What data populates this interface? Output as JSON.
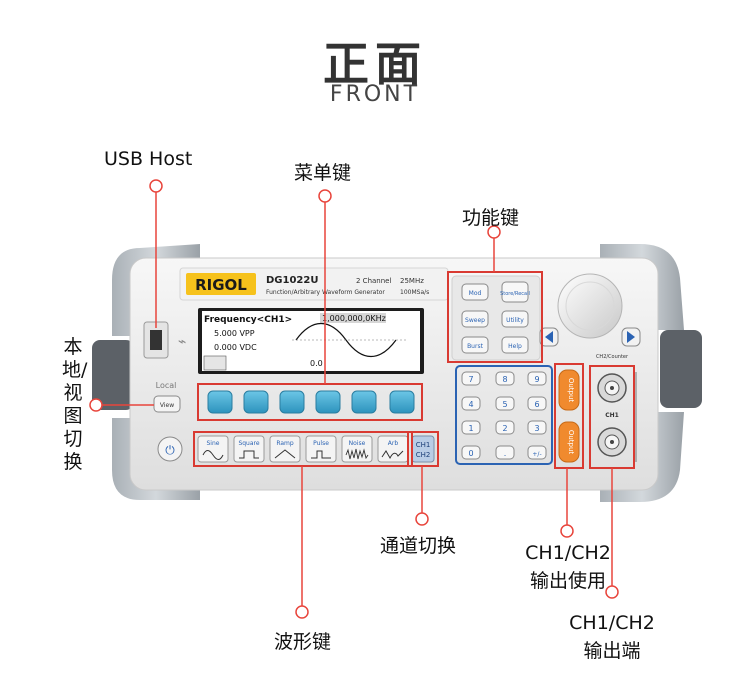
{
  "title": {
    "chinese": "正面",
    "english": "FRONT"
  },
  "callouts": {
    "usb_host": "USB Host",
    "menu_keys": "菜单键",
    "function_keys": "功能键",
    "local_view_switch": "本地/视图切换",
    "channel_switch": "通道切换",
    "output_use": [
      "CH1/CH2",
      "输出使用"
    ],
    "waveform_keys": "波形键",
    "output_port": [
      "CH1/CH2",
      "输出端"
    ]
  },
  "device": {
    "brand": "RIGOL",
    "model": "DG1022U",
    "channels": "2 Channel",
    "description": "Function/Arbitrary Waveform Generator",
    "max_freq": "25MHz",
    "sample_rate": "100MSa/s",
    "local_label": "Local",
    "view_label": "View",
    "counter_label": "CH2/Counter",
    "ch1_label": "CH1",
    "screen": {
      "header": "Frequency<CH1>",
      "freq_value": "1,000,000,0KHz",
      "amplitude": "5.000 VPP",
      "offset": "0.000 VDC",
      "phase": "0.0"
    },
    "function_buttons": [
      "Mod",
      "Store/Recall",
      "Sweep",
      "Utility",
      "Burst",
      "Help"
    ],
    "wave_buttons": [
      "Sine",
      "Square",
      "Ramp",
      "Pulse",
      "Noise",
      "Arb"
    ],
    "ch_switch": [
      "CH1",
      "CH2"
    ],
    "keypad": [
      "7",
      "8",
      "9",
      "4",
      "5",
      "6",
      "1",
      "2",
      "3",
      "0",
      ".",
      "+/-"
    ],
    "output_buttons": [
      "Output",
      "Output"
    ]
  },
  "colors": {
    "accent": "#e8453c",
    "highlight_box": "#d93a32",
    "keypad_box": "#2b63b3",
    "blue_key": "#3ea8cc",
    "orange_output": "#f08a2e"
  }
}
